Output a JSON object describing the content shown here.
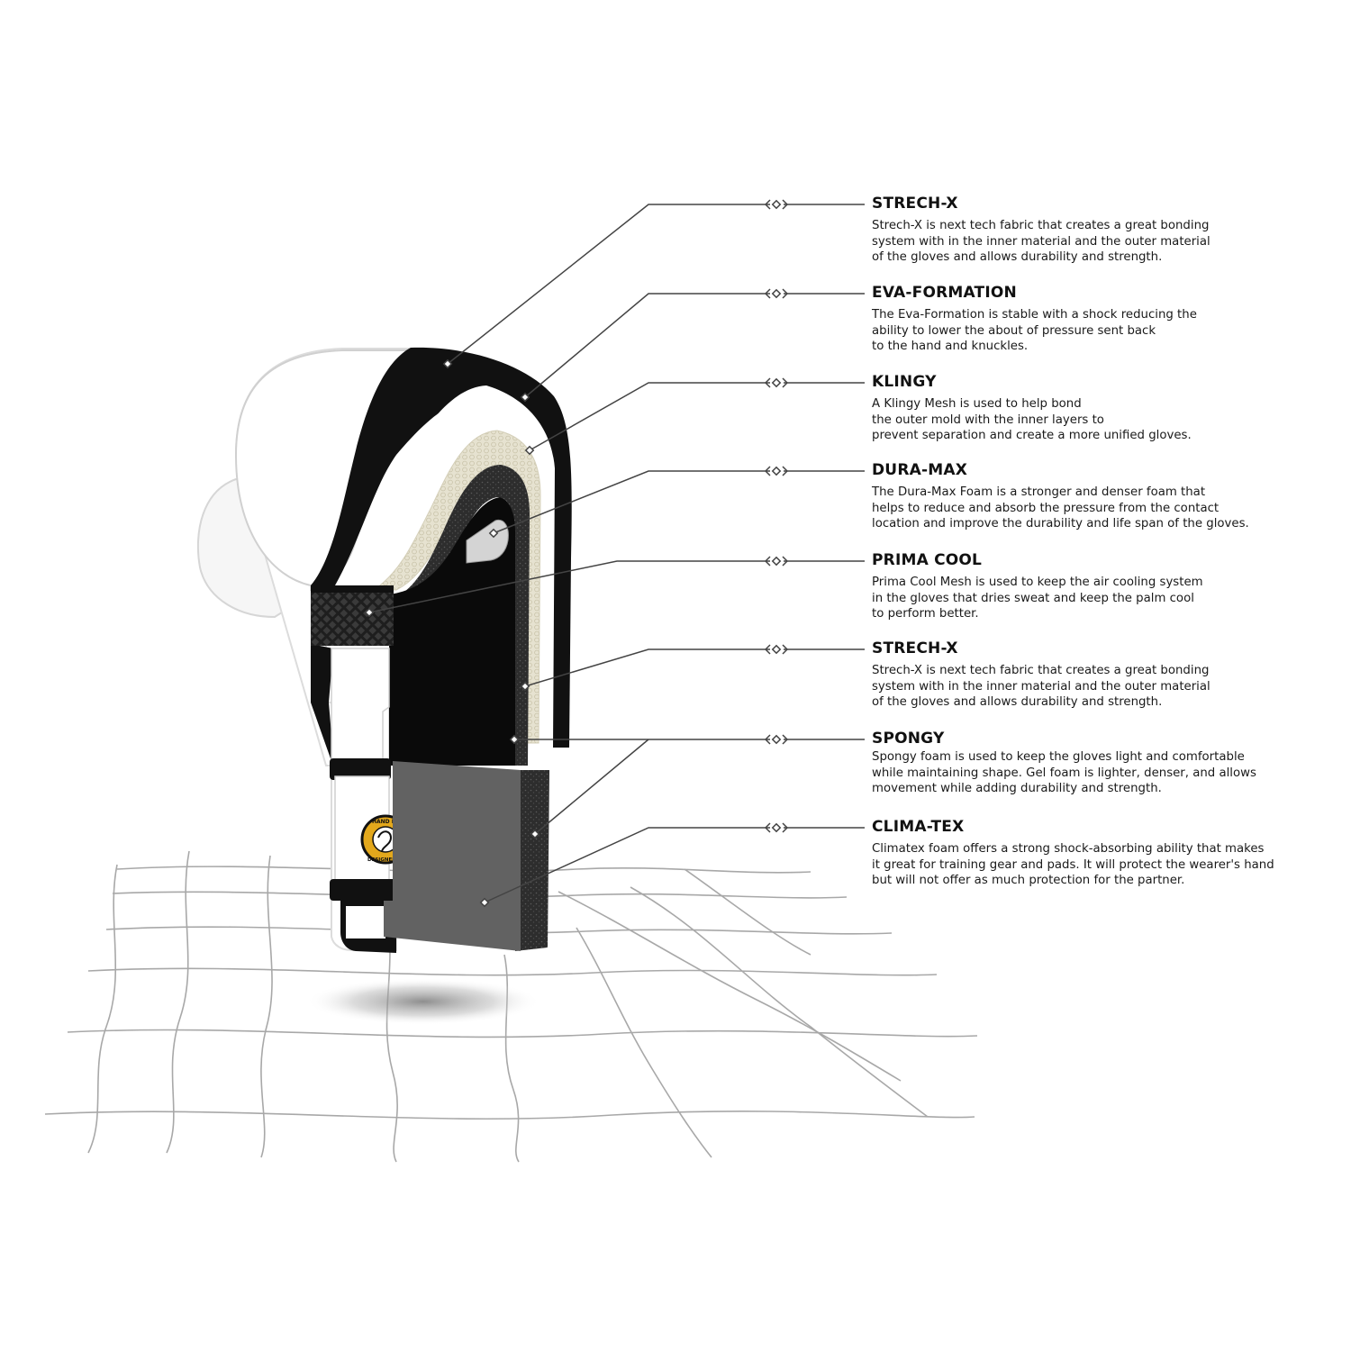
{
  "layers": [
    {
      "title": "STRECH-X",
      "description": "Strech-X is next tech fabric that creates a great bonding\nsystem with in the inner material and the outer material\nof the gloves and allows durability and strength."
    },
    {
      "title": "EVA-FORMATION",
      "description": "The Eva-Formation is stable with a shock reducing the\nability to lower the about of pressure sent back\nto the hand and knuckles."
    },
    {
      "title": "KLINGY",
      "description": "A Klingy Mesh is used to help bond\nthe outer mold with the inner layers to\nprevent separation and create a more unified gloves."
    },
    {
      "title": "DURA-MAX",
      "description": "The Dura-Max Foam is a stronger and denser foam that\nhelps to reduce and absorb the pressure from the contact\nlocation and improve the durability and life span of the gloves."
    },
    {
      "title": "PRIMA COOL",
      "description": "Prima Cool Mesh is used to keep the air cooling system\nin the gloves that dries sweat and keep the palm cool\nto perform better."
    },
    {
      "title": "STRECH-X",
      "description": "Strech-X is next tech fabric that creates a great bonding\nsystem with in the inner material and the outer material\nof the gloves and allows durability and strength."
    },
    {
      "title": "SPONGY",
      "description": "Spongy foam is used to keep the gloves light and comfortable\nwhile maintaining shape. Gel foam is lighter, denser, and allows\nmovement while adding durability and strength."
    },
    {
      "title": "CLIMA-TEX",
      "description": "Climatex foam offers a strong shock-absorbing ability that makes\nit great for training gear and pads. It will protect the wearer's hand\nbut will not offer as much protection for the partner."
    }
  ],
  "strap_badge": {
    "top_text": "HAND MADE",
    "bottom_text": "DESIGNED IN"
  },
  "colors": {
    "leader_line": "#444444",
    "glove_white": "#ffffff",
    "glove_black": "#111111",
    "foam_cream": "#ece8d8",
    "mesh_dark": "#2b2b2b",
    "pad_grey": "#626262",
    "net_line": "#a8a8a8",
    "badge_gold": "#e3a81c"
  }
}
